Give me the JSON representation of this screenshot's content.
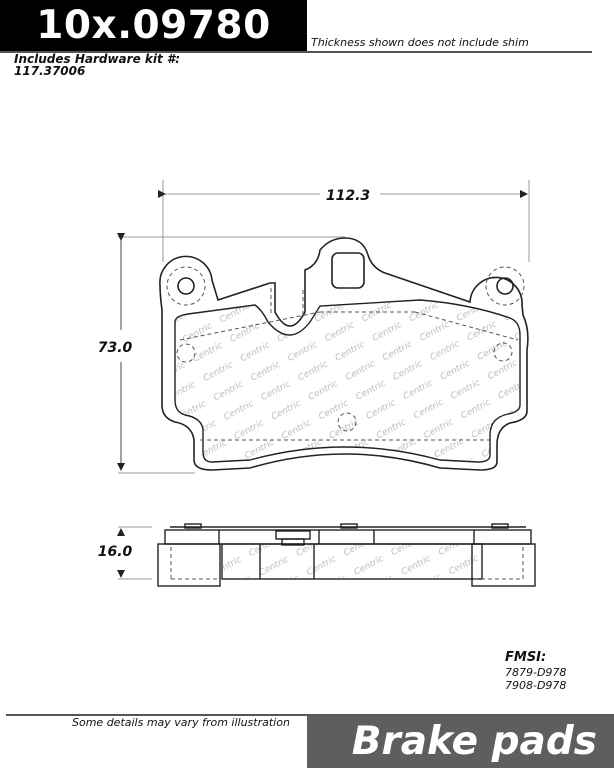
{
  "header": {
    "part_number": "10x.09780",
    "shim_note": "Thickness shown does not include shim",
    "hardware_kit_label": "Includes Hardware kit #:",
    "hardware_kit_number": "117.37006"
  },
  "drawing": {
    "brand_watermark": "Centric",
    "dimensions": {
      "width": "112.3",
      "height": "73.0",
      "thickness": "16.0"
    },
    "colors": {
      "outline": "#222222",
      "dimension_line": "#888888",
      "watermark": "#bbbbbb"
    }
  },
  "fmsi": {
    "label": "FMSI:",
    "codes": [
      "7879-D978",
      "7908-D978"
    ]
  },
  "footer": {
    "note": "Some details may vary from illustration",
    "category": "Brake pads",
    "category_bg": "#5c5e60"
  }
}
